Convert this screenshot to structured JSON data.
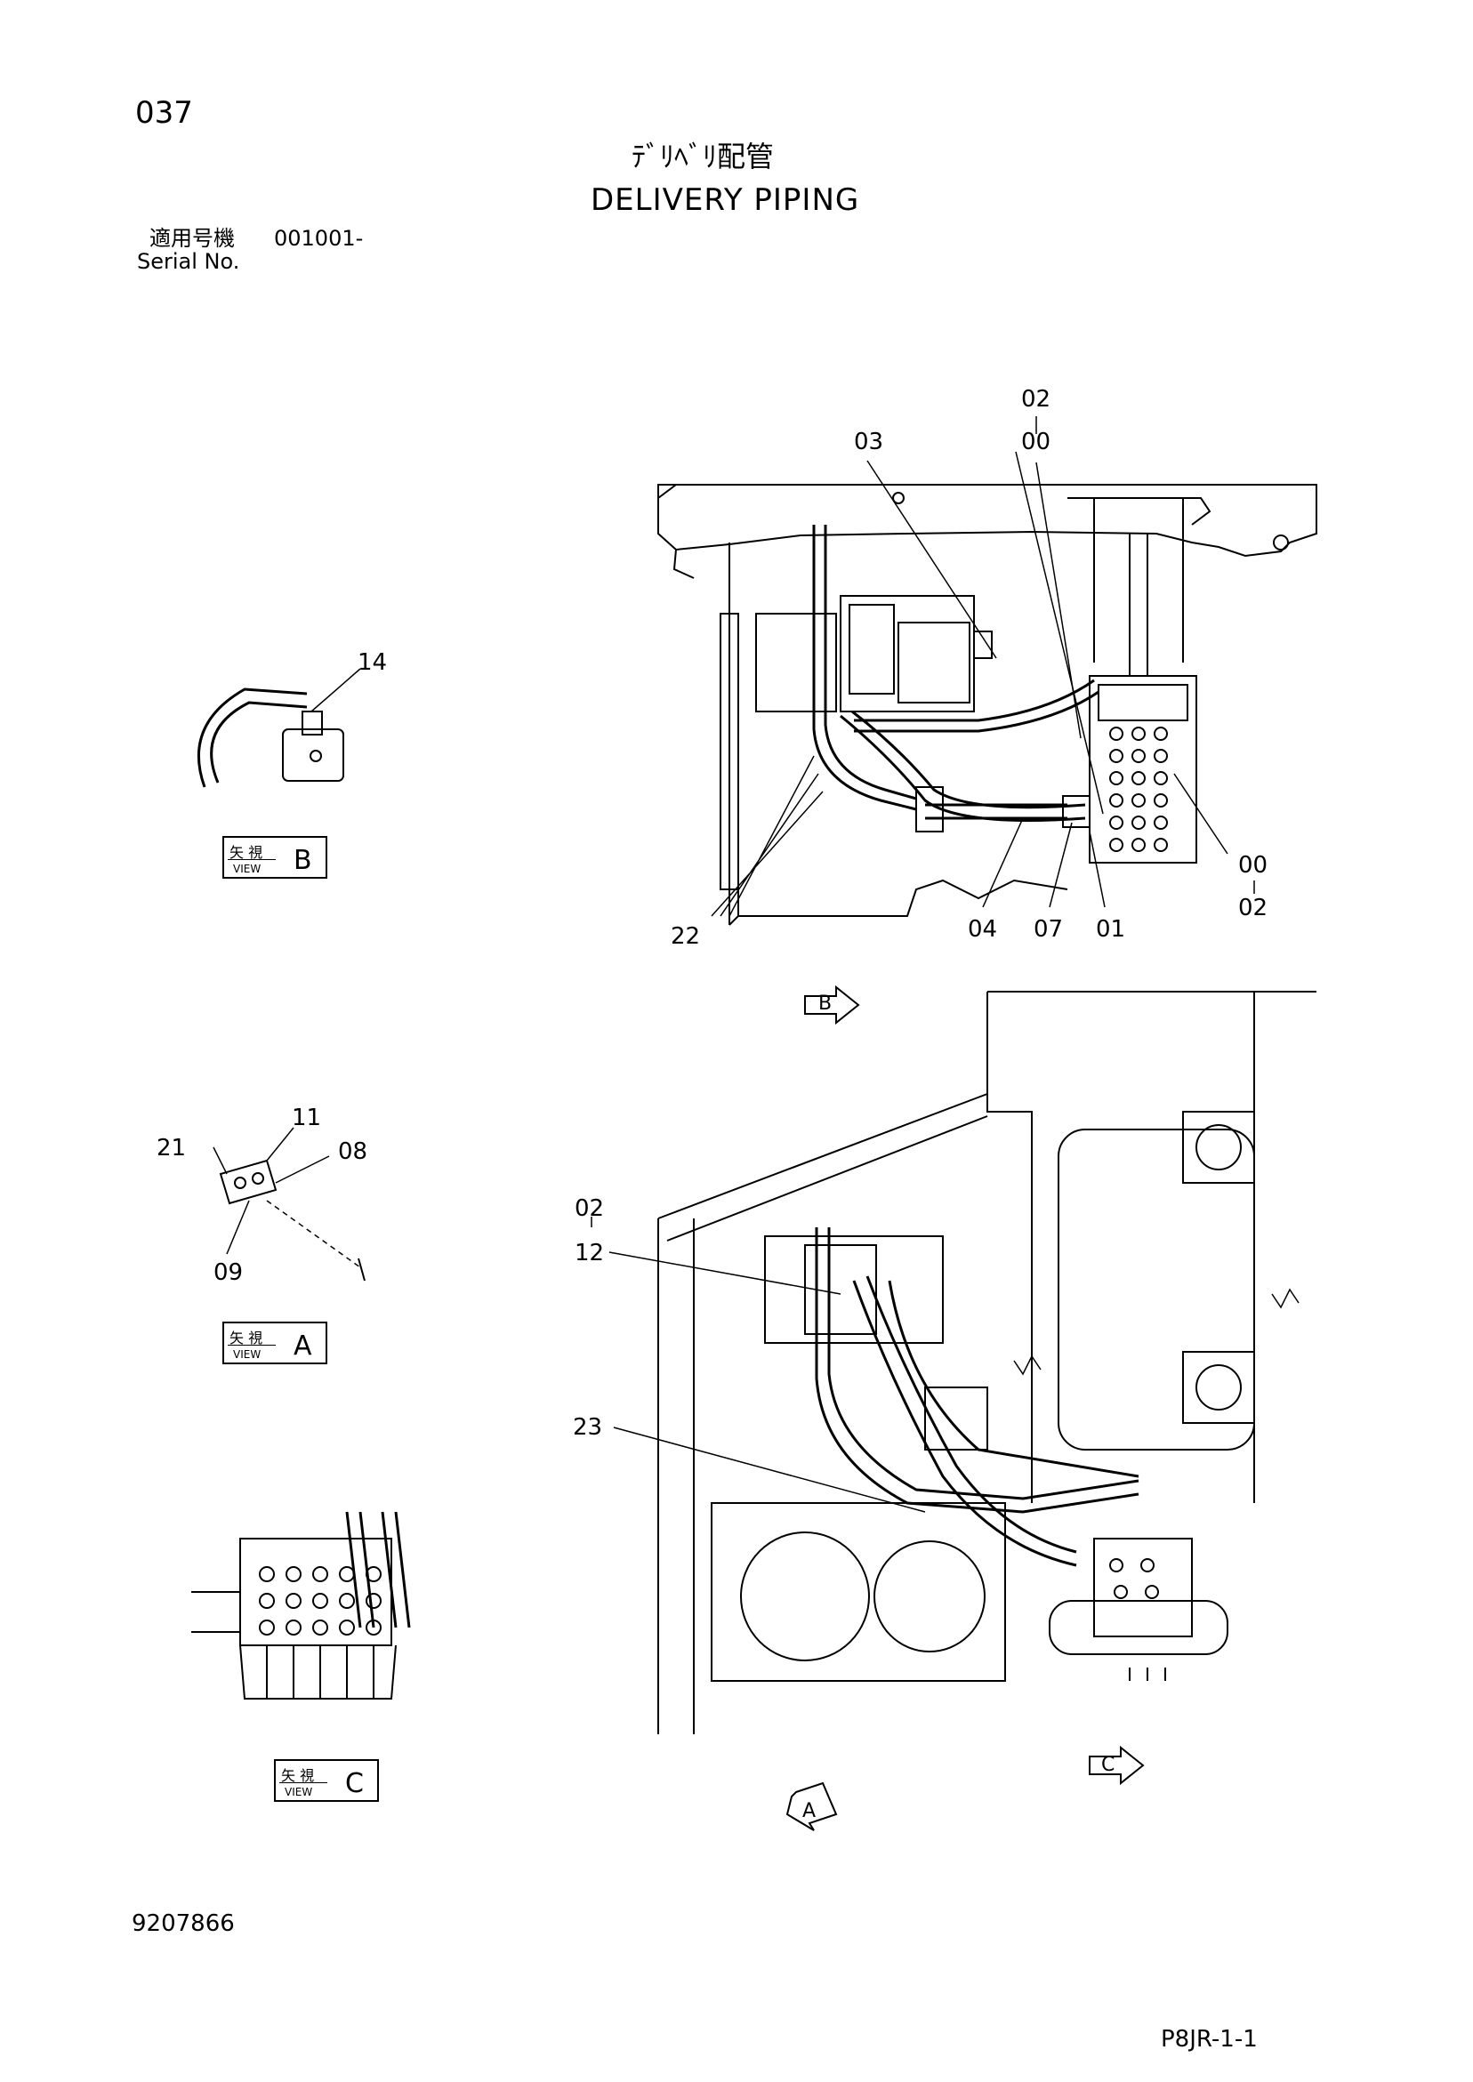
{
  "header": {
    "page_number": "037",
    "title_jp": "ﾃﾞﾘﾍﾞﾘ配管",
    "title_en": "DELIVERY PIPING",
    "serial_label_jp": "適用号機",
    "serial_range": "001001-",
    "serial_label_en": "Serial No."
  },
  "callouts_top": {
    "c02_top": "02",
    "c00_top": "00",
    "c03": "03",
    "c00_right": "00",
    "c02_right": "02",
    "c22": "22",
    "c04": "04",
    "c07": "07",
    "c01": "01"
  },
  "callouts_view_b": {
    "c14": "14"
  },
  "callouts_view_a": {
    "c11": "11",
    "c21": "21",
    "c08": "08",
    "c09": "09"
  },
  "callouts_bottom": {
    "c02": "02",
    "c12": "12",
    "c23": "23"
  },
  "view_boxes": {
    "b": {
      "jp": "矢 視",
      "en": "VIEW",
      "letter": "B"
    },
    "a": {
      "jp": "矢 視",
      "en": "VIEW",
      "letter": "A"
    },
    "c": {
      "jp": "矢 視",
      "en": "VIEW",
      "letter": "C"
    }
  },
  "view_arrows": {
    "b": "B",
    "a": "A",
    "c": "C"
  },
  "footer": {
    "document_number": "9207866",
    "code": "P8JR-1-1"
  }
}
